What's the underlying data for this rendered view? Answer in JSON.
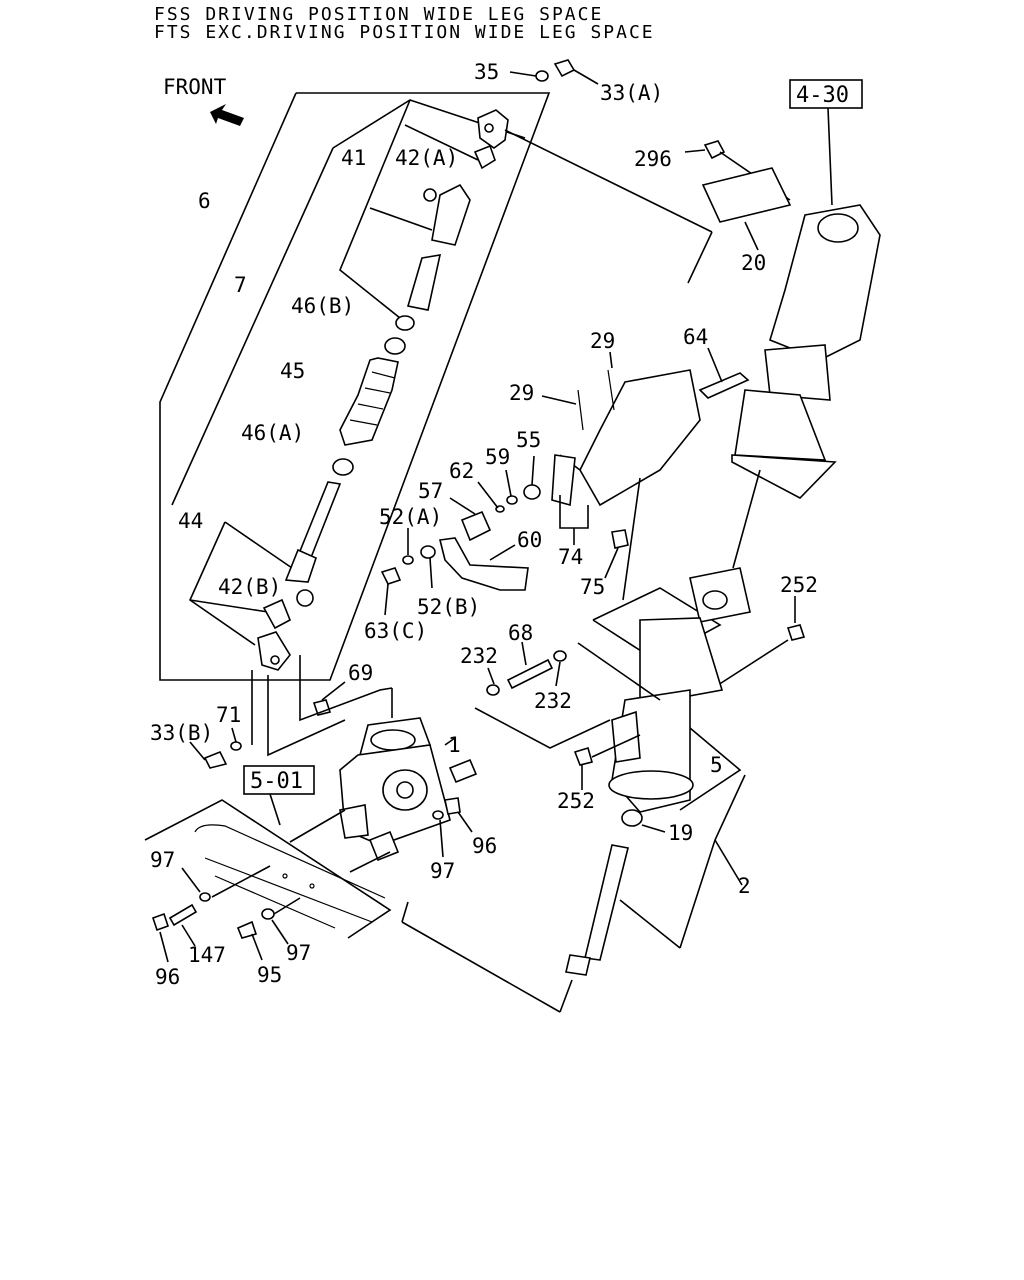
{
  "header": {
    "line1": "FSS DRIVING POSITION WIDE LEG SPACE",
    "line2": "FTS EXC.DRIVING POSITION WIDE LEG SPACE"
  },
  "front_label": "FRONT",
  "ref_boxes": {
    "upper_right": "4-30",
    "lower_left": "5-01"
  },
  "callouts": {
    "c35": "35",
    "c33a": "33(A)",
    "c296": "296",
    "c20": "20",
    "c6": "6",
    "c41": "41",
    "c42a": "42(A)",
    "c7": "7",
    "c46b": "46(B)",
    "c45": "45",
    "c46a": "46(A)",
    "c44": "44",
    "c42b": "42(B)",
    "c29a": "29",
    "c29b": "29",
    "c64": "64",
    "c55": "55",
    "c59": "59",
    "c62": "62",
    "c57": "57",
    "c52a": "52(A)",
    "c60": "60",
    "c74": "74",
    "c75": "75",
    "c63c": "63(C)",
    "c52b": "52(B)",
    "c252a": "252",
    "c68": "68",
    "c232a": "232",
    "c232b": "232",
    "c69": "69",
    "c1": "1",
    "c71": "71",
    "c33b": "33(B)",
    "c5": "5",
    "c252b": "252",
    "c19": "19",
    "c2": "2",
    "c97a": "97",
    "c96a": "96",
    "c97b": "97",
    "c147": "147",
    "c97c": "97",
    "c95": "95",
    "c96b": "96"
  }
}
